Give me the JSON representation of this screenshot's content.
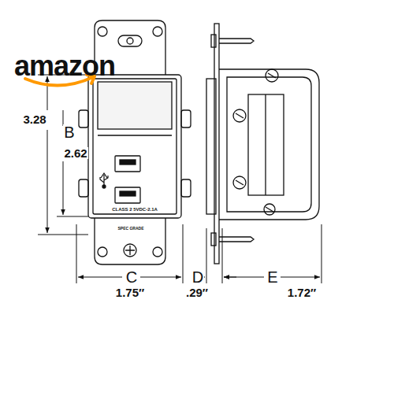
{
  "diagram": {
    "labels": [
      "amazon",
      "3.28",
      "B",
      "2.62",
      "C",
      "1.75″",
      "D",
      ".29″",
      "E",
      "1.72″",
      "CLASS 2 5VDC-2.1A",
      "SPEC GRADE"
    ]
  }
}
